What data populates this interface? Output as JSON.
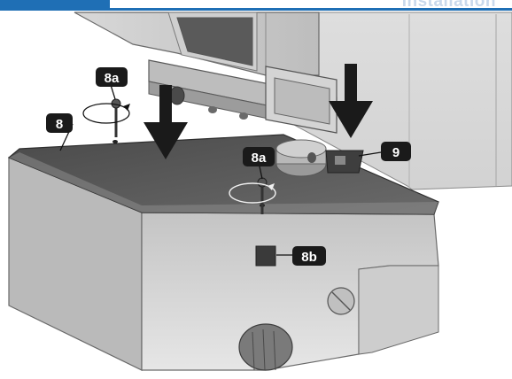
{
  "header": {
    "section_label": "Installation"
  },
  "callouts": {
    "part_8": "8",
    "part_8a_left": "8a",
    "part_8a_center": "8a",
    "part_8b": "8b",
    "part_9": "9"
  }
}
